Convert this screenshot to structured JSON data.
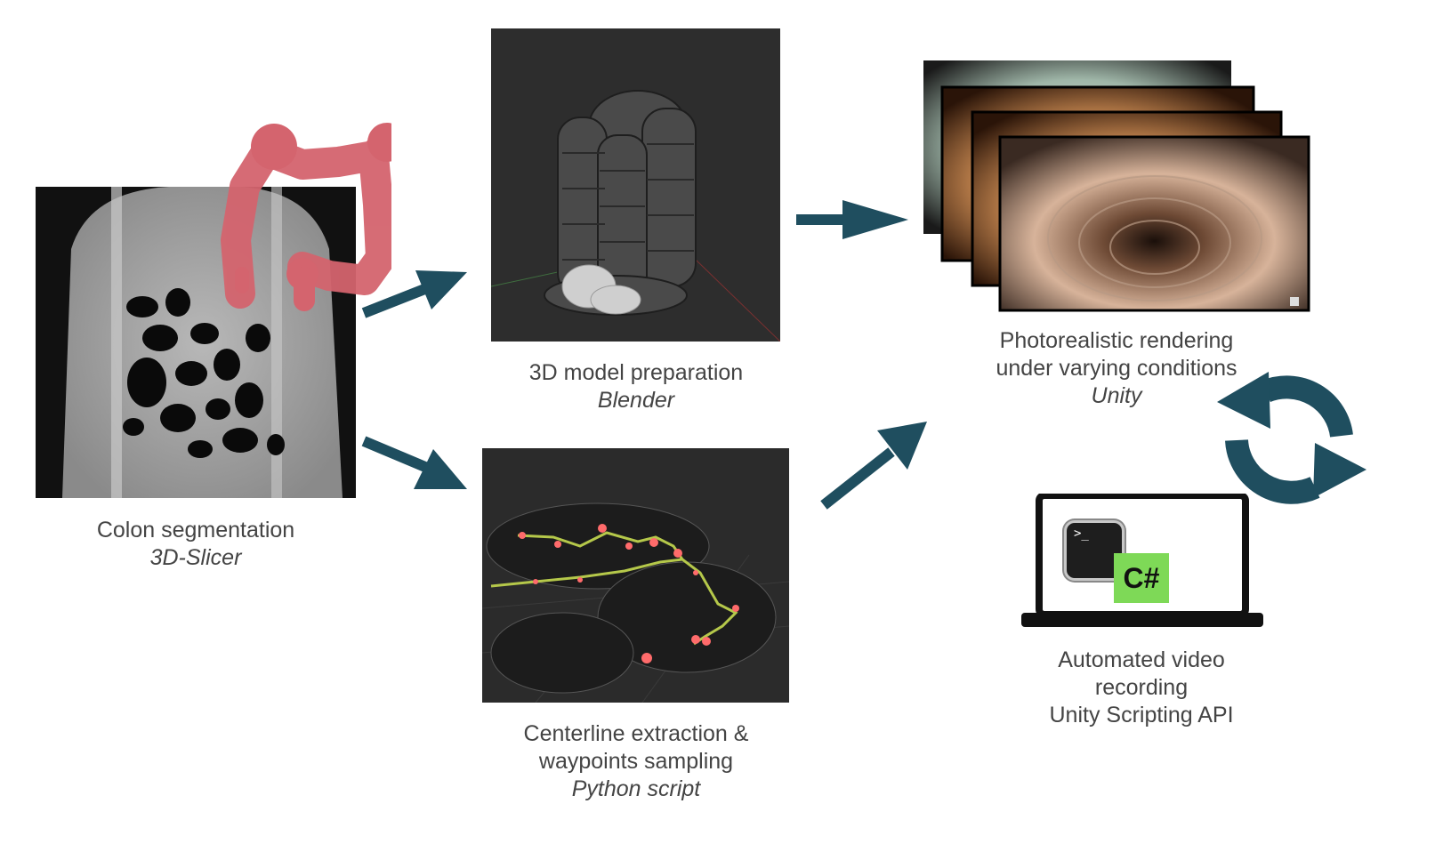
{
  "steps": {
    "segmentation": {
      "title": "Colon segmentation",
      "tool": "3D-Slicer"
    },
    "model_prep": {
      "title": "3D model preparation",
      "tool": "Blender"
    },
    "centerline": {
      "title_line1": "Centerline extraction &",
      "title_line2": "waypoints sampling",
      "tool": "Python script"
    },
    "rendering": {
      "title_line1": "Photorealistic rendering",
      "title_line2": "under varying conditions",
      "tool": "Unity"
    },
    "recording": {
      "title_line1": "Automated video",
      "title_line2": "recording",
      "tool": "Unity Scripting API"
    }
  },
  "laptop": {
    "terminal_prompt": ">_",
    "csharp_badge": "C#"
  },
  "colors": {
    "arrow": "#1f4e5f",
    "caption_text": "#444444",
    "colon_overlay": "#d4646e",
    "badge_green": "#7ed957"
  },
  "icons": [
    "ct-scan-image",
    "colon-model-render",
    "centerline-render",
    "endoscopy-frames",
    "arrow-icon",
    "refresh-cycle-icon",
    "laptop-icon",
    "terminal-icon",
    "csharp-icon"
  ]
}
